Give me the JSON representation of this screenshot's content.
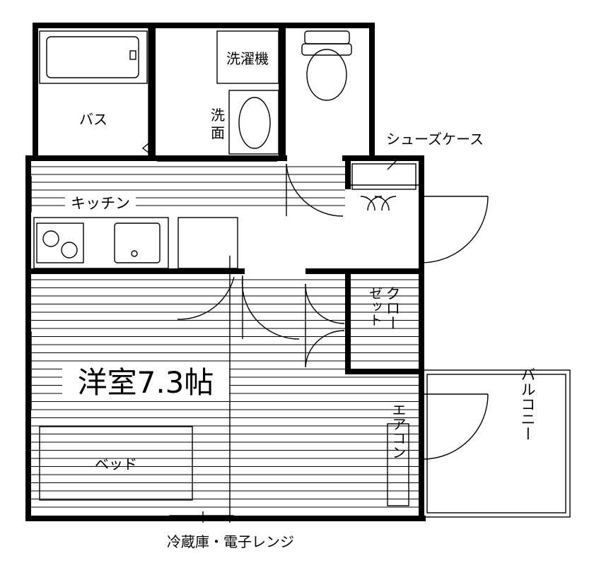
{
  "rooms": {
    "bath": "バス",
    "washer": "洗濯機",
    "washroom_1": "洗",
    "washroom_2": "面",
    "shoe_case": "シューズケース",
    "kitchen": "キッチン",
    "closet_col1": "クロー",
    "closet_col2": "ゼット",
    "closet_dash": "|",
    "living_room": "洋室7.3帖",
    "bed": "ベッド",
    "aircon": "エアコン",
    "balcony": "バルコニー",
    "fridge": "冷蔵庫・電子レンジ"
  },
  "colors": {
    "line": "#000000",
    "background": "#ffffff"
  }
}
